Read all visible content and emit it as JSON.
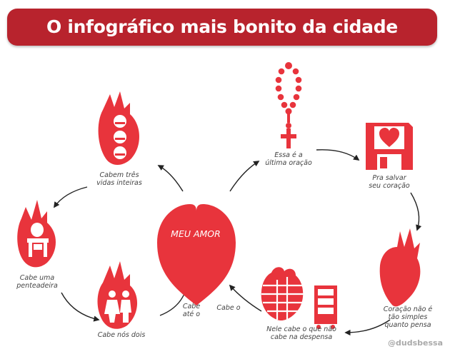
{
  "title": "O infográfico mais bonito da cidade",
  "center": {
    "label": "MEU AMOR"
  },
  "nodes": [
    {
      "id": "rosary",
      "label_lines": [
        "Essa é a",
        "última oração"
      ]
    },
    {
      "id": "floppy",
      "label_lines": [
        "Pra salvar",
        "seu coração"
      ]
    },
    {
      "id": "simple-heart",
      "label_lines": [
        "Coração não é",
        "tão simples",
        "quanto pensa"
      ]
    },
    {
      "id": "pantry",
      "label_lines": [
        "Nele cabe o que não",
        "cabe na despensa"
      ]
    },
    {
      "id": "two-kids",
      "label_lines": [
        "Cabe nós dois"
      ]
    },
    {
      "id": "vanity",
      "label_lines": [
        "Cabe uma",
        "penteadeira"
      ]
    },
    {
      "id": "three-lives",
      "label_lines": [
        "Cabem três",
        "vidas inteiras"
      ]
    }
  ],
  "connector_labels": [
    {
      "id": "cabe-ate-o",
      "label_lines": [
        "Cabe",
        "até o"
      ]
    },
    {
      "id": "cabe-o",
      "label_lines": [
        "Cabe o"
      ]
    }
  ],
  "credit": "@dudsbessa",
  "colors": {
    "red": "#e8343c",
    "dark_red": "#b8232d",
    "banner": "#b8232d",
    "arrow": "#222222",
    "text": "#444444"
  }
}
